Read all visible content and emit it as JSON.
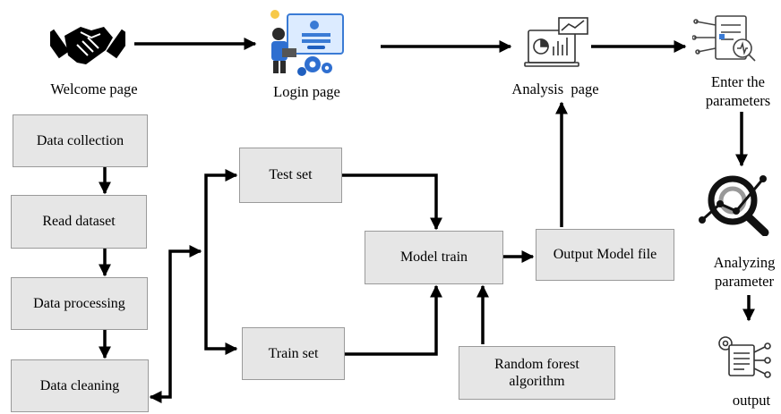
{
  "top_flow": {
    "welcome": "Welcome page",
    "login": "Login page",
    "analysis": "Analysis  page",
    "enter_params": "Enter the parameters",
    "analyzing": "Analyzing parameter",
    "output": "output"
  },
  "boxes": {
    "data_collection": "Data collection",
    "read_dataset": "Read dataset",
    "data_processing": "Data processing",
    "data_cleaning": "Data cleaning",
    "test_set": "Test set",
    "train_set": "Train set",
    "model_train": "Model train",
    "output_model_file": "Output Model file",
    "random_forest": "Random forest algorithm"
  },
  "icons": {
    "welcome": "handshake-icon",
    "login": "login-illustration-icon",
    "analysis": "analytics-dashboard-icon",
    "enter_params": "parameter-form-icon",
    "analyzing": "magnifier-chart-icon",
    "output": "output-document-icon"
  }
}
